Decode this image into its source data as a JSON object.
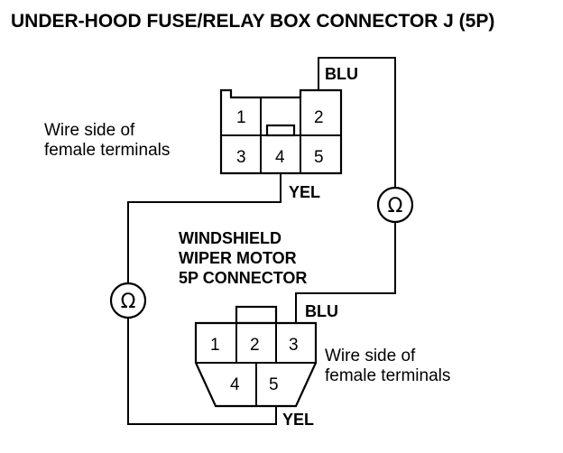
{
  "title": "UNDER-HOOD FUSE/RELAY BOX CONNECTOR J (5P)",
  "top_connector": {
    "side_label_line1": "Wire side of",
    "side_label_line2": "female terminals",
    "pins": [
      "1",
      "2",
      "3",
      "4",
      "5"
    ],
    "wire_top": "BLU",
    "wire_bottom": "YEL"
  },
  "bottom_connector": {
    "name_line1": "WINDSHIELD",
    "name_line2": "WIPER MOTOR",
    "name_line3": "5P CONNECTOR",
    "side_label_line1": "Wire side of",
    "side_label_line2": "female terminals",
    "pins": [
      "1",
      "2",
      "3",
      "4",
      "5"
    ],
    "wire_top": "BLU",
    "wire_bottom": "YEL"
  },
  "meters": {
    "symbol": "Ω"
  }
}
